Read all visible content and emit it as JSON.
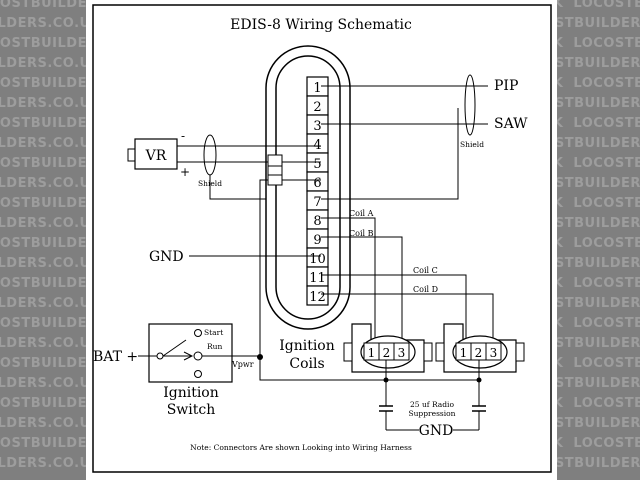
{
  "watermark": {
    "text": "LOCOSTBUILDERS.CO.UK"
  },
  "title": "EDIS-8  Wiring  Schematic",
  "pins": [
    "1",
    "2",
    "3",
    "4",
    "5",
    "6",
    "7",
    "8",
    "9",
    "10",
    "11",
    "12"
  ],
  "signals": {
    "pip": "PIP",
    "saw": "SAW",
    "gnd": "GND"
  },
  "vr": {
    "label": "VR",
    "minus": "-",
    "plus": "+"
  },
  "shield_label": "Shield",
  "coil_wires": {
    "a": "Coil A",
    "b": "Coil B",
    "c": "Coil C",
    "d": "Coil D"
  },
  "coils": {
    "label_line1": "Ignition",
    "label_line2": "Coils",
    "terminals": [
      "1",
      "2",
      "3"
    ]
  },
  "battery": {
    "label": "BAT +"
  },
  "switch": {
    "label_line1": "Ignition",
    "label_line2": "Switch",
    "start": "Start",
    "run": "Run",
    "vpwr": "Vpwr"
  },
  "capacitor": {
    "line1": "25 uf Radio",
    "line2": "Suppression",
    "gnd": "GND"
  },
  "note": "Note:  Connectors  Are  shown  Looking  into  Wiring  Harness"
}
